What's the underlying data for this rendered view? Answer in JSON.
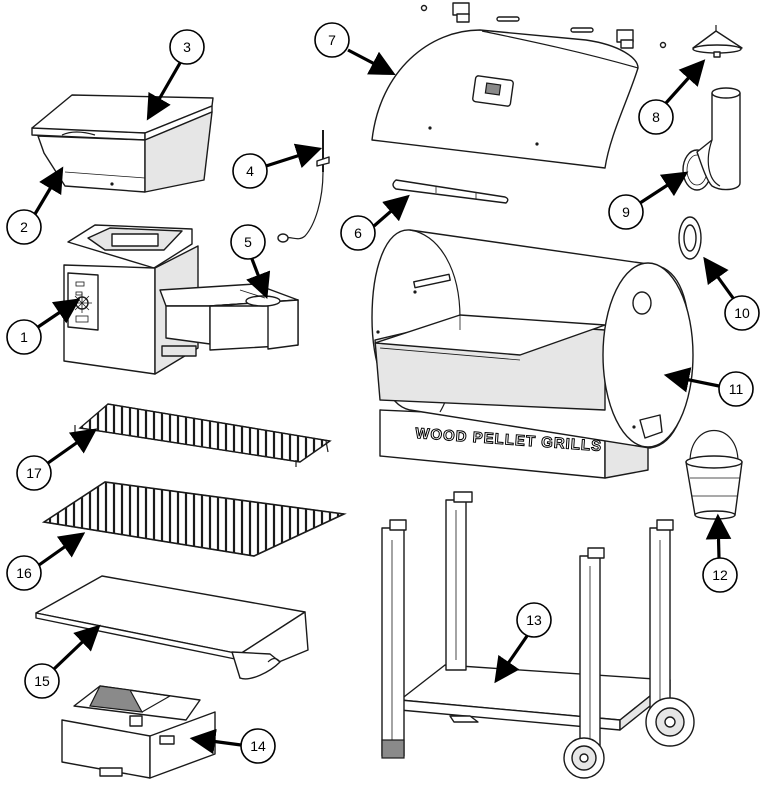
{
  "brand_text": "WOOD PELLET GRILLS",
  "callouts": [
    {
      "id": "callout-1",
      "label": "1"
    },
    {
      "id": "callout-2",
      "label": "2"
    },
    {
      "id": "callout-3",
      "label": "3"
    },
    {
      "id": "callout-4",
      "label": "4"
    },
    {
      "id": "callout-5",
      "label": "5"
    },
    {
      "id": "callout-6",
      "label": "6"
    },
    {
      "id": "callout-7",
      "label": "7"
    },
    {
      "id": "callout-8",
      "label": "8"
    },
    {
      "id": "callout-9",
      "label": "9"
    },
    {
      "id": "callout-10",
      "label": "10"
    },
    {
      "id": "callout-11",
      "label": "11"
    },
    {
      "id": "callout-12",
      "label": "12"
    },
    {
      "id": "callout-13",
      "label": "13"
    },
    {
      "id": "callout-14",
      "label": "14"
    },
    {
      "id": "callout-15",
      "label": "15"
    },
    {
      "id": "callout-16",
      "label": "16"
    },
    {
      "id": "callout-17",
      "label": "17"
    }
  ]
}
